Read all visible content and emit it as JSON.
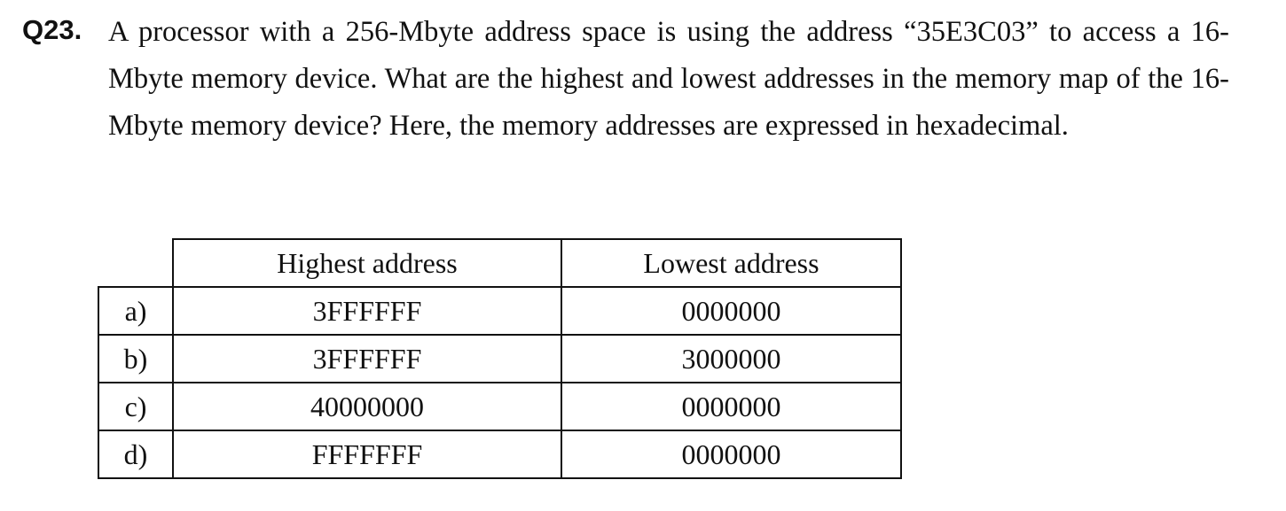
{
  "question": {
    "number": "Q23.",
    "text": "A processor with a 256-Mbyte address space is using the address “35E3C03” to access a 16-Mbyte memory device. What are the highest and lowest addresses in the memory map of the 16-Mbyte memory device?   Here, the memory addresses are expressed in hexadecimal."
  },
  "table": {
    "headers": [
      "Highest address",
      "Lowest address"
    ],
    "rows": [
      {
        "label": "a)",
        "highest": "3FFFFFF",
        "lowest": "0000000"
      },
      {
        "label": "b)",
        "highest": "3FFFFFF",
        "lowest": "3000000"
      },
      {
        "label": "c)",
        "highest": "40000000",
        "lowest": "0000000"
      },
      {
        "label": "d)",
        "highest": "FFFFFFF",
        "lowest": "0000000"
      }
    ]
  }
}
